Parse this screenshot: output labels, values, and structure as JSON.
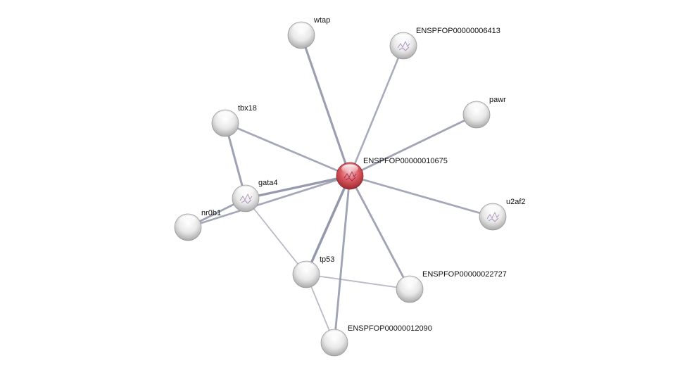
{
  "network": {
    "center_node": "ENSPFOP00000010675",
    "nodes": [
      {
        "id": "wtap",
        "label": "wtap",
        "color": "#e6e6e6",
        "has_structure": false
      },
      {
        "id": "enspfop6413",
        "label": "ENSPFOP00000006413",
        "color": "#e6e6e6",
        "has_structure": true
      },
      {
        "id": "pawr",
        "label": "pawr",
        "color": "#e6e6e6",
        "has_structure": false
      },
      {
        "id": "tbx18",
        "label": "tbx18",
        "color": "#e6e6e6",
        "has_structure": false
      },
      {
        "id": "center",
        "label": "ENSPFOP00000010675",
        "color": "#d9545c",
        "has_structure": true
      },
      {
        "id": "gata4",
        "label": "gata4",
        "color": "#e6e6e6",
        "has_structure": true
      },
      {
        "id": "nr0b1",
        "label": "nr0b1",
        "color": "#e6e6e6",
        "has_structure": false
      },
      {
        "id": "u2af2",
        "label": "u2af2",
        "color": "#e6e6e6",
        "has_structure": true
      },
      {
        "id": "tp53",
        "label": "tp53",
        "color": "#e6e6e6",
        "has_structure": false
      },
      {
        "id": "enspfop22727",
        "label": "ENSPFOP00000022727",
        "color": "#e6e6e6",
        "has_structure": false
      },
      {
        "id": "enspfop12090",
        "label": "ENSPFOP00000012090",
        "color": "#e6e6e6",
        "has_structure": false
      }
    ],
    "edges": [
      {
        "source": "center",
        "target": "wtap",
        "strength": 0.75
      },
      {
        "source": "center",
        "target": "enspfop6413",
        "strength": 0.55
      },
      {
        "source": "center",
        "target": "pawr",
        "strength": 0.65
      },
      {
        "source": "center",
        "target": "tbx18",
        "strength": 0.6
      },
      {
        "source": "center",
        "target": "gata4",
        "strength": 0.8
      },
      {
        "source": "center",
        "target": "nr0b1",
        "strength": 0.6
      },
      {
        "source": "center",
        "target": "u2af2",
        "strength": 0.6
      },
      {
        "source": "center",
        "target": "tp53",
        "strength": 0.85
      },
      {
        "source": "center",
        "target": "enspfop22727",
        "strength": 0.65
      },
      {
        "source": "center",
        "target": "enspfop12090",
        "strength": 0.65
      },
      {
        "source": "tbx18",
        "target": "gata4",
        "strength": 0.7
      },
      {
        "source": "gata4",
        "target": "nr0b1",
        "strength": 0.65
      },
      {
        "source": "gata4",
        "target": "tp53",
        "strength": 0.3
      },
      {
        "source": "tp53",
        "target": "enspfop22727",
        "strength": 0.3
      },
      {
        "source": "tp53",
        "target": "enspfop12090",
        "strength": 0.3
      }
    ],
    "edge_color": "#8a8fa3"
  }
}
